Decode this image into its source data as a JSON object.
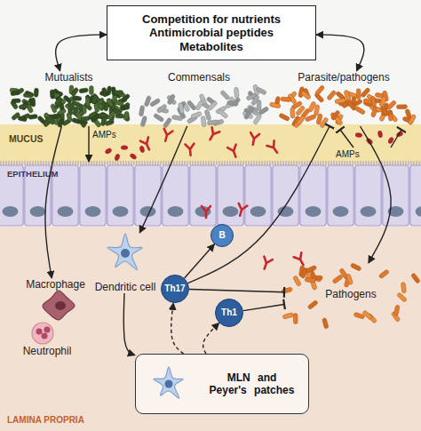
{
  "diagram": {
    "nodes": [
      {
        "text": [
          "Competition for nutrients",
          "Antimicrobial peptides",
          "Metabolites"
        ]
      },
      {
        "text": [
          "Mutualists"
        ]
      },
      {
        "text": [
          "Commensals"
        ]
      },
      {
        "text": [
          "Parasite/pathogens"
        ]
      },
      {
        "text": [
          "Macrophage"
        ]
      },
      {
        "text": [
          "Dendritic cell"
        ]
      },
      {
        "text": [
          "Neutrophil"
        ]
      },
      {
        "text": [
          "B"
        ]
      },
      {
        "text": [
          "Th17"
        ]
      },
      {
        "text": [
          "Th1"
        ]
      },
      {
        "text": [
          "Pathogens"
        ]
      },
      {
        "text": [
          "MLN and Peyer's patches"
        ]
      }
    ],
    "edges": [
      {
        "from": 0,
        "to": 1,
        "arrow": "both"
      },
      {
        "from": 0,
        "to": 3,
        "arrow": "both"
      },
      {
        "from": 1,
        "to": 4,
        "arrow": "to"
      },
      {
        "from": 2,
        "to": 5,
        "arrow": "to"
      },
      {
        "from": 5,
        "to": 11,
        "arrow": "to"
      },
      {
        "from": 11,
        "to": 8,
        "arrow": "to"
      },
      {
        "from": 11,
        "to": 9,
        "arrow": "to"
      },
      {
        "from": 8,
        "to": 7,
        "arrow": "to"
      },
      {
        "from": 8,
        "to": 10,
        "arrow": "to"
      },
      {
        "from": 9,
        "to": 10,
        "arrow": "to"
      },
      {
        "from": 8,
        "to": 3,
        "arrow": "to"
      },
      {
        "from": 3,
        "to": 10,
        "arrow": "to"
      }
    ],
    "labels": [
      "MUCUS",
      "AMPs",
      "AMPs",
      "EPITHELIUM",
      "LAMINA PROPRIA"
    ]
  }
}
